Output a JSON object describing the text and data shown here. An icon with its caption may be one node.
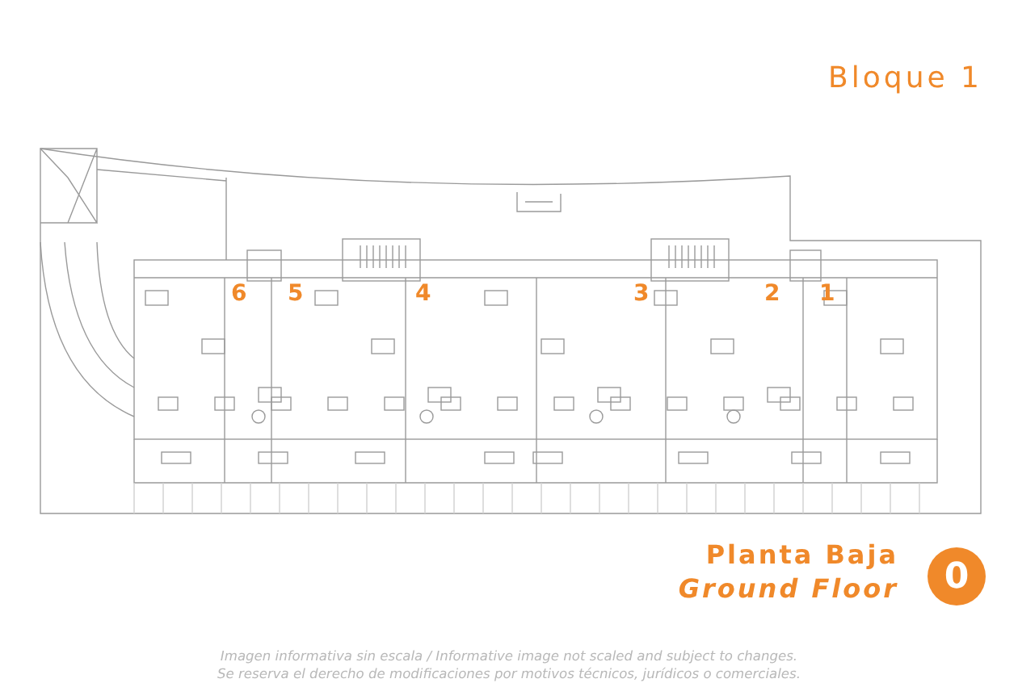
{
  "diagram": {
    "title": "Bloque 1",
    "nodes": [
      {
        "text": [
          "0"
        ]
      }
    ],
    "edges": [],
    "labels": [
      "6",
      "5",
      "4",
      "3",
      "2",
      "1",
      "Planta Baja",
      "Ground Floor",
      "Imagen informativa sin escala /  Informative image not scaled and subject to changes.",
      "Se reserva el derecho de modificaciones por motivos técnicos, jurídicos o comerciales."
    ]
  }
}
